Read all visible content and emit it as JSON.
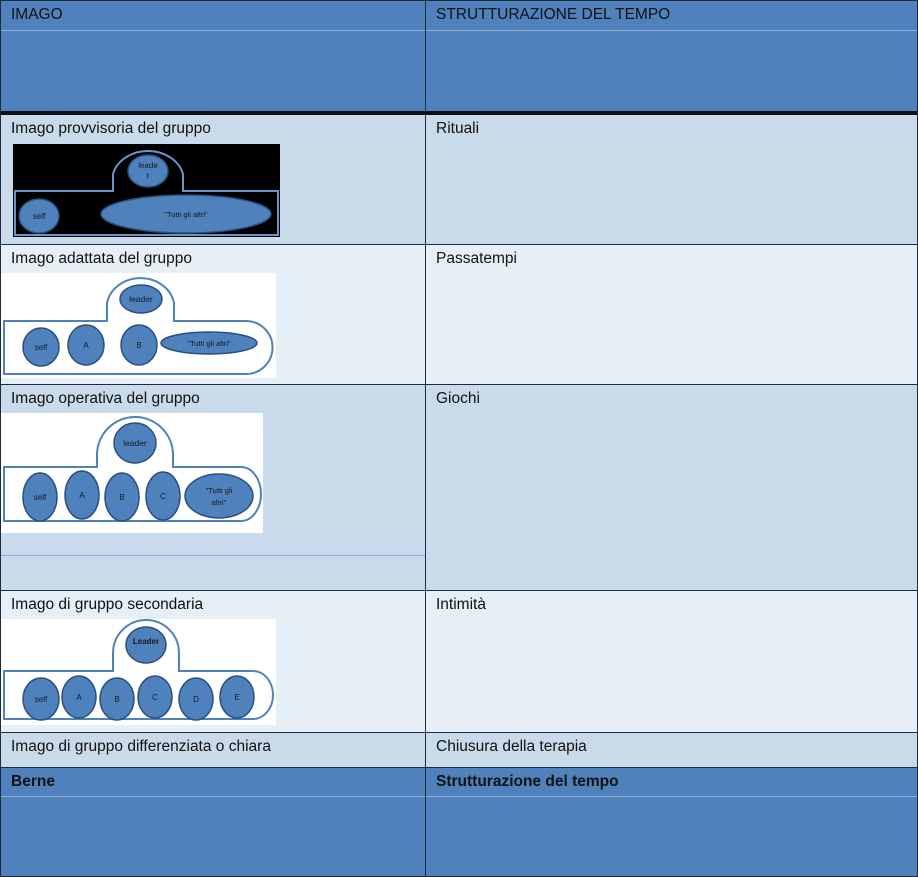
{
  "header": {
    "col1": "IMAGO",
    "col2": "STRUTTURAZIONE DEL TEMPO"
  },
  "rows": [
    {
      "imago": "Imago provvisoria del gruppo",
      "tempo": "Rituali",
      "diagram": {
        "leader": "leade r",
        "members": [
          "self"
        ],
        "others": "\"Tutti gli altri\""
      }
    },
    {
      "imago": "Imago adattata del gruppo",
      "tempo": "Passatempi",
      "diagram": {
        "leader": "leader",
        "members": [
          "self",
          "A",
          "B"
        ],
        "others": "\"Tutti gli altri\""
      }
    },
    {
      "imago": "Imago operativa del gruppo",
      "tempo": "Giochi",
      "diagram": {
        "leader": "leader",
        "members": [
          "self",
          "A",
          "B",
          "C"
        ],
        "others": "\"Tutti gli altri\""
      }
    },
    {
      "imago": "Imago di gruppo secondaria",
      "tempo": "Intimità",
      "diagram": {
        "leader": "Leader",
        "members": [
          "self",
          "A",
          "B",
          "C",
          "D",
          "E"
        ]
      }
    },
    {
      "imago": "Imago di gruppo differenziata o chiara",
      "tempo": "Chiusura della terapia"
    }
  ],
  "footer": {
    "col1": "Berne",
    "col2": "Strutturazione del tempo"
  },
  "colors": {
    "header_blue": "#4f81bd",
    "row_light": "#c9dbea",
    "row_lighter": "#e6eef6",
    "ellipse_fill": "#4f81bd",
    "ellipse_stroke": "#2b4f7e"
  }
}
